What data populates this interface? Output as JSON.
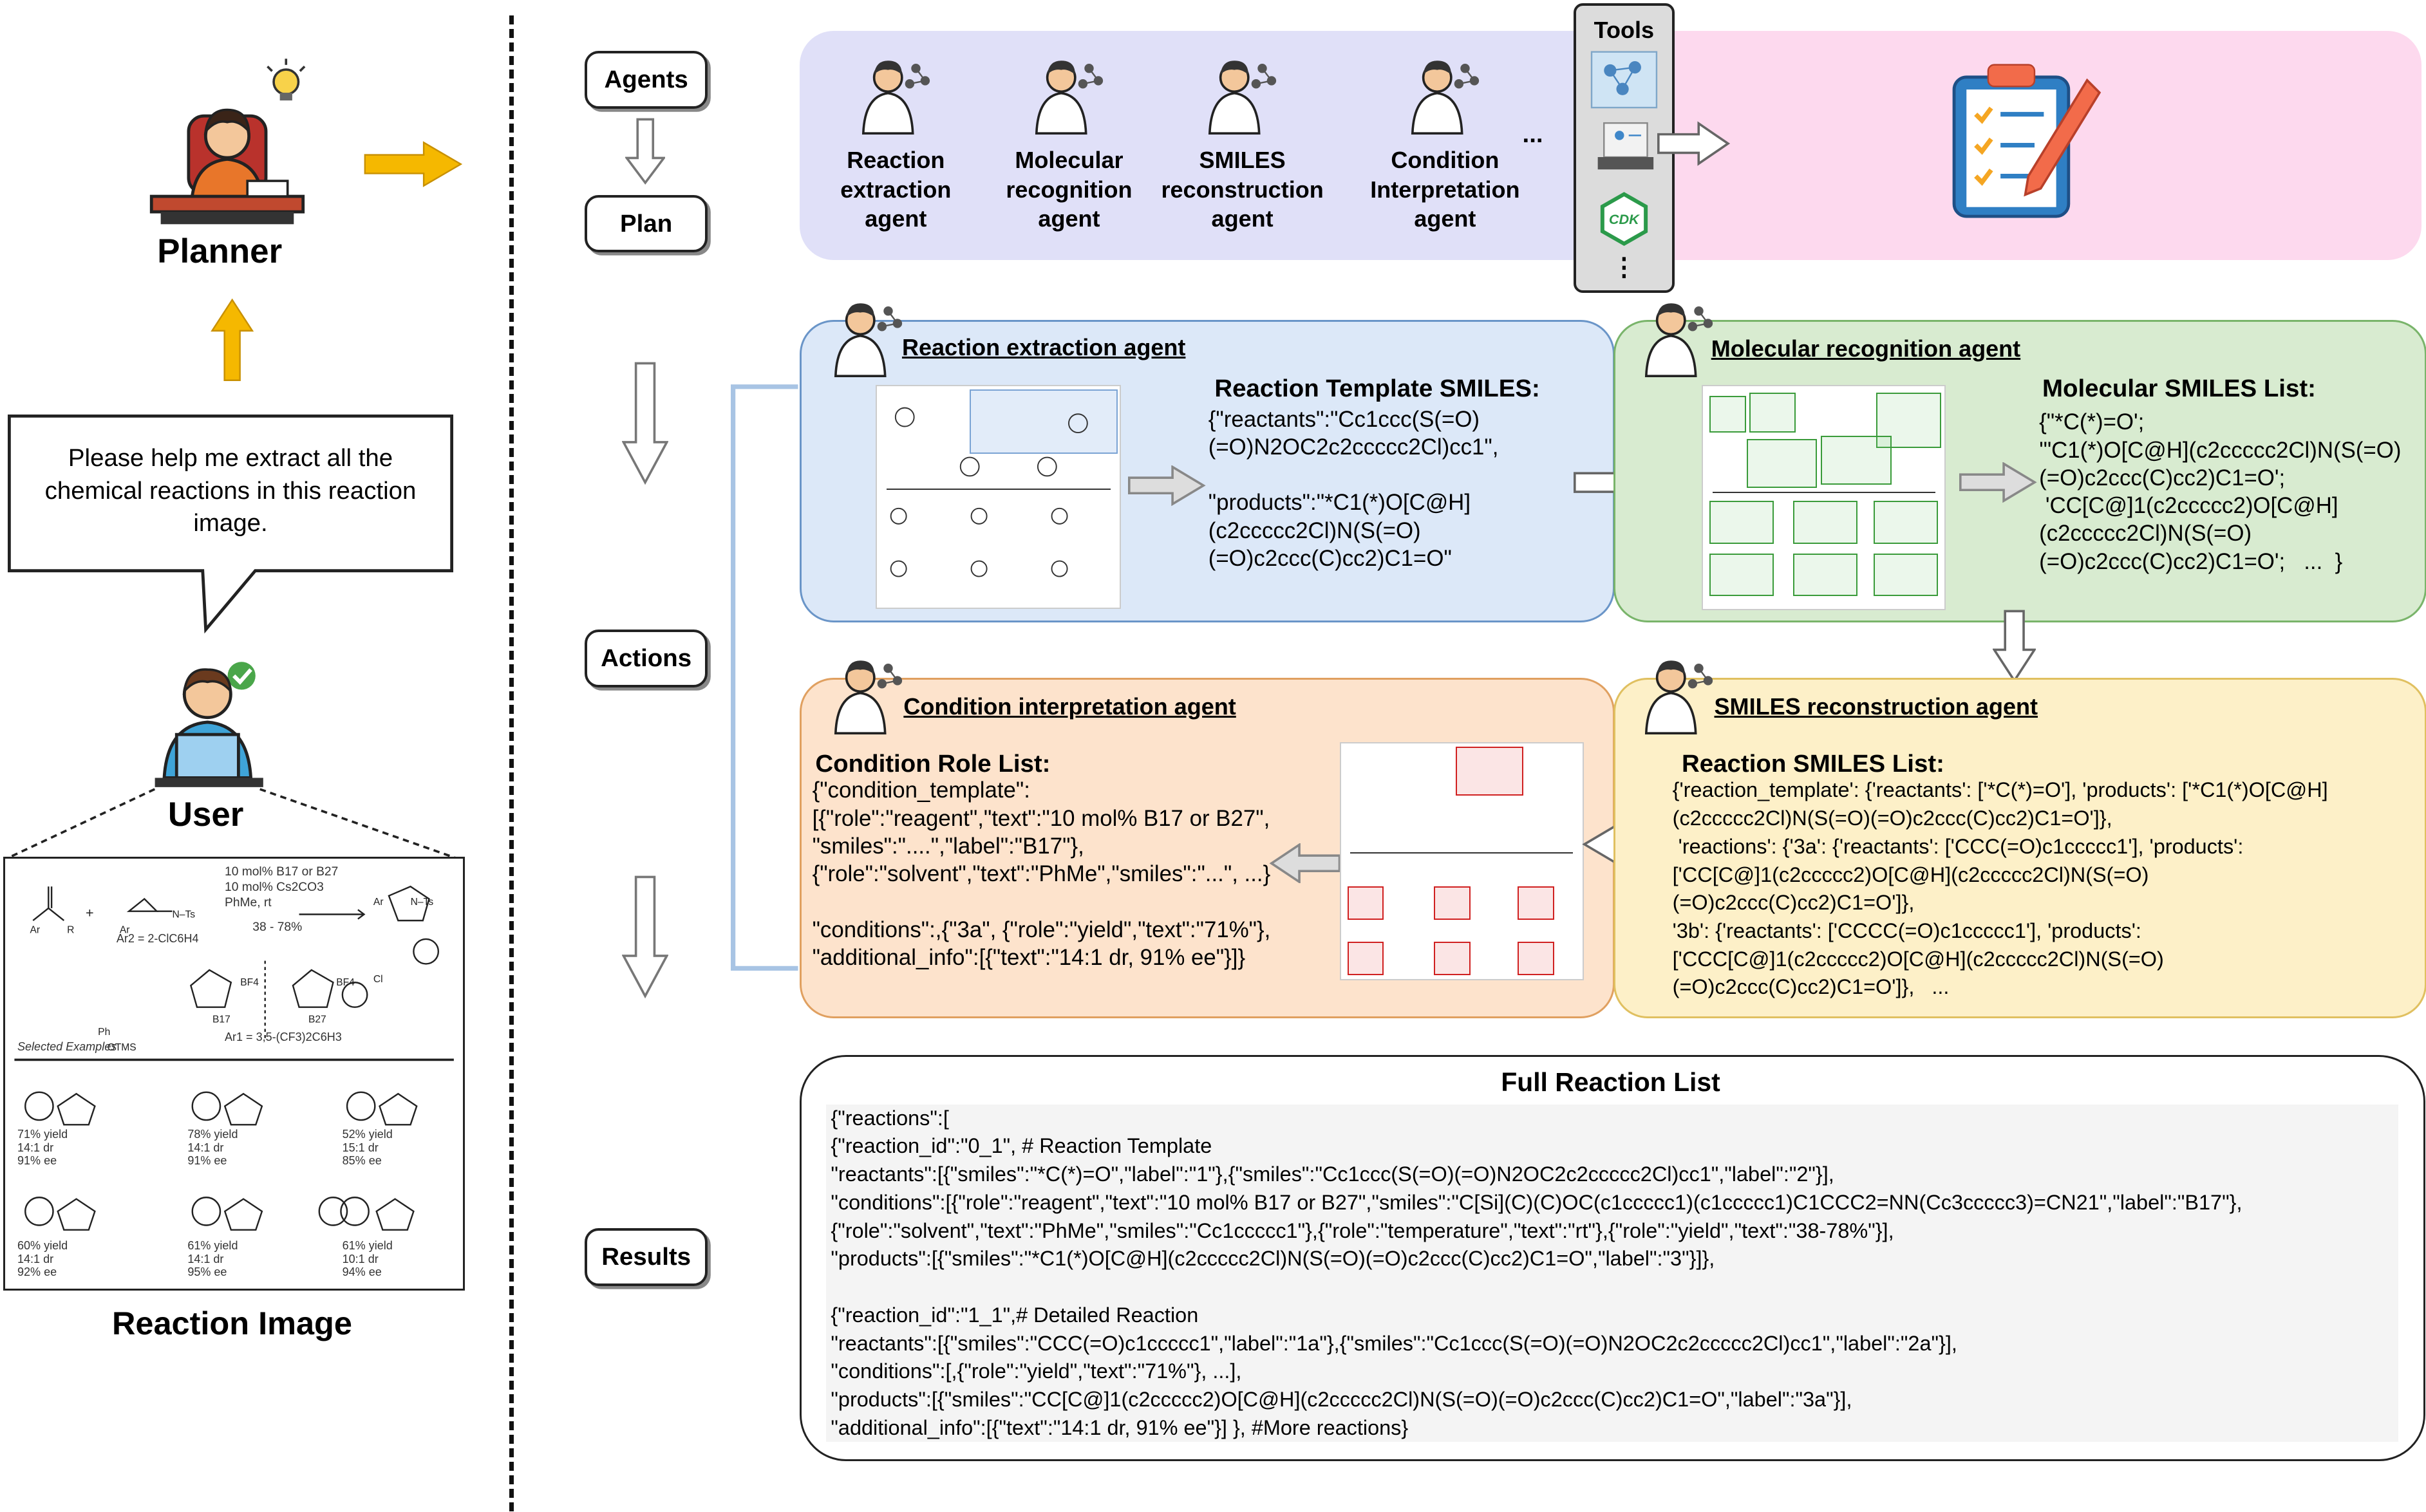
{
  "planner": {
    "label": "Planner"
  },
  "user": {
    "label": "User",
    "speech": "Please help me extract all the chemical reactions in this reaction image."
  },
  "reaction_image": {
    "label": "Reaction Image",
    "conditions": [
      "10 mol% B17 or B27",
      "10 mol% Cs2CO3",
      "PhMe, rt",
      "38 - 78%"
    ],
    "ar_note": "Ar2 = 2-ClC6H4",
    "ar1_note": "Ar1 = 3,5-(CF3)2C6H3",
    "selected_examples": "Selected Examples",
    "examples": [
      {
        "yield": "71% yield",
        "dr": "14:1 dr",
        "ee": "91% ee"
      },
      {
        "yield": "78% yield",
        "dr": "14:1 dr",
        "ee": "91% ee"
      },
      {
        "yield": "52% yield",
        "dr": "15:1 dr",
        "ee": "85% ee"
      },
      {
        "yield": "60% yield",
        "dr": "14:1 dr",
        "ee": "92% ee"
      },
      {
        "yield": "61% yield",
        "dr": "14:1 dr",
        "ee": "95% ee"
      },
      {
        "yield": "61% yield",
        "dr": "10:1 dr",
        "ee": "94% ee"
      }
    ]
  },
  "stages": {
    "agents": "Agents",
    "plan": "Plan",
    "actions": "Actions",
    "results": "Results"
  },
  "agents_row": {
    "items": [
      "Reaction extraction agent",
      "Molecular recognition agent",
      "SMILES reconstruction agent",
      "Condition Interpretation agent"
    ],
    "ellipsis": "..."
  },
  "tools": {
    "label": "Tools",
    "cdk_label": "CDK",
    "more": "⋮"
  },
  "panels": {
    "extraction": {
      "title": "Reaction extraction agent",
      "heading": "Reaction Template SMILES:",
      "body": "{\"reactants\":\"Cc1ccc(S(=O)\n(=O)N2OC2c2ccccc2Cl)cc1\",\n\n\"products\":\"*C1(*)O[C@H]\n(c2ccccc2Cl)N(S(=O)\n(=O)c2ccc(C)cc2)C1=O\""
    },
    "recognition": {
      "title": "Molecular recognition agent",
      "heading": "Molecular SMILES List:",
      "body": "{\"*C(*)=O';\n'\"C1(*)O[C@H](c2ccccc2Cl)N(S(=O)\n(=O)c2ccc(C)cc2)C1=O';\n 'CC[C@]1(c2ccccc2)O[C@H]\n(c2ccccc2Cl)N(S(=O)\n(=O)c2ccc(C)cc2)C1=O';   ...  }"
    },
    "condition": {
      "title": "Condition interpretation agent",
      "heading": "Condition Role List:",
      "body": "{\"condition_template\":\n[{\"role\":\"reagent\",\"text\":\"10 mol% B17 or B27\",\n\"smiles\":\"....\",\"label\":\"B17\"},\n{\"role\":\"solvent\",\"text\":\"PhMe\",\"smiles\":\"...\", ...}\n\n\"conditions\":,{\"3a\", {\"role\":\"yield\",\"text\":\"71%\"},\n\"additional_info\":[{\"text\":\"14:1 dr, 91% ee\"}]}"
    },
    "reconstruction": {
      "title": "SMILES reconstruction agent",
      "heading": "Reaction SMILES List:",
      "body": "{'reaction_template': {'reactants': ['*C(*)=O'], 'products': ['*C1(*)O[C@H]\n(c2ccccc2Cl)N(S(=O)(=O)c2ccc(C)cc2)C1=O']},\n 'reactions': {'3a': {'reactants': ['CCC(=O)c1ccccc1'], 'products':\n['CC[C@]1(c2ccccc2)O[C@H](c2ccccc2Cl)N(S(=O)\n(=O)c2ccc(C)cc2)C1=O']},\n'3b': {'reactants': ['CCCC(=O)c1ccccc1'], 'products':\n['CCC[C@]1(c2ccccc2)O[C@H](c2ccccc2Cl)N(S(=O)\n(=O)c2ccc(C)cc2)C1=O']},   ..."
    }
  },
  "full_list": {
    "title": "Full Reaction List",
    "body": "{\"reactions\":[\n{\"reaction_id\":\"0_1\", # Reaction Template\n\"reactants\":[{\"smiles\":\"*C(*)=O\",\"label\":\"1\"},{\"smiles\":\"Cc1ccc(S(=O)(=O)N2OC2c2ccccc2Cl)cc1\",\"label\":\"2\"}],\n\"conditions\":[{\"role\":\"reagent\",\"text\":\"10 mol% B17 or B27\",\"smiles\":\"C[Si](C)(C)OC(c1ccccc1)(c1ccccc1)C1CCC2=NN(Cc3ccccc3)=CN21\",\"label\":\"B17\"},\n{\"role\":\"solvent\",\"text\":\"PhMe\",\"smiles\":\"Cc1ccccc1\"},{\"role\":\"temperature\",\"text\":\"rt\"},{\"role\":\"yield\",\"text\":\"38-78%\"}],\n\"products\":[{\"smiles\":\"*C1(*)O[C@H](c2ccccc2Cl)N(S(=O)(=O)c2ccc(C)cc2)C1=O\",\"label\":\"3\"}]},\n\n{\"reaction_id\":\"1_1\",# Detailed Reaction\n\"reactants\":[{\"smiles\":\"CCC(=O)c1ccccc1\",\"label\":\"1a\"},{\"smiles\":\"Cc1ccc(S(=O)(=O)N2OC2c2ccccc2Cl)cc1\",\"label\":\"2a\"}],\n\"conditions\":[,{\"role\":\"yield\",\"text\":\"71%\"}, ...],\n\"products\":[{\"smiles\":\"CC[C@]1(c2ccccc2)O[C@H](c2ccccc2Cl)N(S(=O)(=O)c2ccc(C)cc2)C1=O\",\"label\":\"3a\"}],\n\"additional_info\":[{\"text\":\"14:1 dr, 91% ee\"}] }, #More reactions}"
  },
  "colors": {
    "agents_panel": "#e0e0f8",
    "plan_panel": "#fdd9ee",
    "extraction": "#dce8f8",
    "recognition": "#d8ebd0",
    "condition": "#fde3cc",
    "reconstruction": "#fdf0c8",
    "arrow_yellow": "#f5b800"
  }
}
